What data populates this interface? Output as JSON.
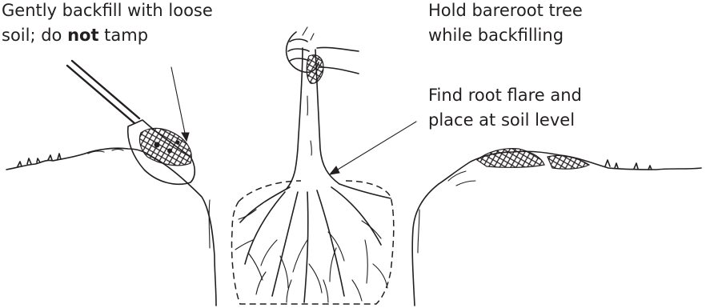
{
  "labels": {
    "backfill_line1": "Gently backfill with loose",
    "backfill_line2_pre": "soil; do ",
    "backfill_line2_bold": "not",
    "backfill_line2_post": " tamp",
    "hold_line1": "Hold bareroot tree",
    "hold_line2": "while backfilling",
    "flare_line1": "Find root flare and",
    "flare_line2": "place at soil level"
  },
  "colors": {
    "ink": "#231f20",
    "background": "#ffffff"
  }
}
